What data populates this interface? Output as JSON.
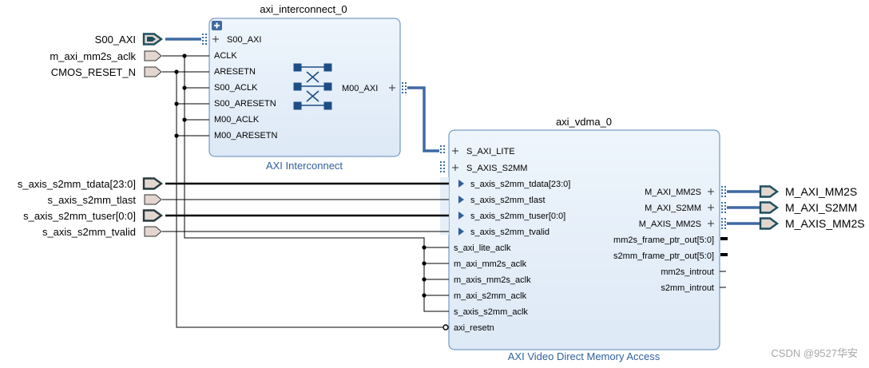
{
  "interconnect": {
    "instance": "axi_interconnect_0",
    "subtitle": "AXI Interconnect",
    "ports_left": [
      "S00_AXI",
      "ACLK",
      "ARESETN",
      "S00_ACLK",
      "S00_ARESETN",
      "M00_ACLK",
      "M00_ARESETN"
    ],
    "port_right": "M00_AXI"
  },
  "vdma": {
    "instance": "axi_vdma_0",
    "subtitle": "AXI Video Direct Memory Access",
    "ports_left": [
      "S_AXI_LITE",
      "S_AXIS_S2MM",
      "s_axis_s2mm_tdata[23:0]",
      "s_axis_s2mm_tlast",
      "s_axis_s2mm_tuser[0:0]",
      "s_axis_s2mm_tvalid",
      "s_axi_lite_aclk",
      "m_axi_mm2s_aclk",
      "m_axis_mm2s_aclk",
      "m_axi_s2mm_aclk",
      "s_axis_s2mm_aclk",
      "axi_resetn"
    ],
    "ports_right": [
      "M_AXI_MM2S",
      "M_AXI_S2MM",
      "M_AXIS_MM2S",
      "mm2s_frame_ptr_out[5:0]",
      "s2mm_frame_ptr_out[5:0]",
      "mm2s_introut",
      "s2mm_introut"
    ]
  },
  "external_inputs": [
    "S00_AXI",
    "m_axi_mm2s_aclk",
    "CMOS_RESET_N",
    "s_axis_s2mm_tdata[23:0]",
    "s_axis_s2mm_tlast",
    "s_axis_s2mm_tuser[0:0]",
    "s_axis_s2mm_tvalid"
  ],
  "external_outputs": [
    "M_AXI_MM2S",
    "M_AXI_S2MM",
    "M_AXIS_MM2S"
  ],
  "icons": {
    "add": "plus-icon",
    "crossbar": "crossbar-icon"
  },
  "colors": {
    "block_fill": "#e6f0fa",
    "block_border": "#5a87b8",
    "bus": "#3e6aa3",
    "port_fill": "#e2d6cf",
    "subtitle": "#2f5f9e"
  },
  "watermark": "CSDN @9527华安"
}
